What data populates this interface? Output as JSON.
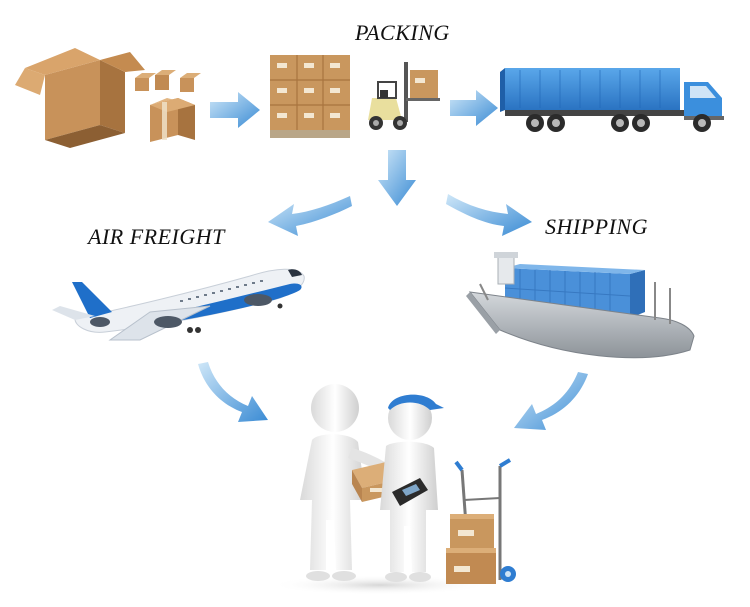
{
  "labels": {
    "packing": "PACKING",
    "air_freight": "AIR FREIGHT",
    "shipping": "SHIPPING"
  },
  "colors": {
    "arrow_blue": "#3f8fd6",
    "arrow_light": "#a9d3f2",
    "cardboard": "#c9935a",
    "cardboard_dark": "#a8743f",
    "truck_blue": "#2f86d6",
    "container_blue": "#4a90d9",
    "plane_white": "#eef1f5",
    "plane_blue": "#1f6fc9",
    "ship_hull": "#b9bec4",
    "figure_white": "#f2f2f2",
    "cap_blue": "#2f7dd1"
  },
  "icons": [
    "open-cardboard-box-icon",
    "pallet-of-boxes-icon",
    "forklift-icon",
    "container-truck-icon",
    "airplane-icon",
    "cargo-ship-icon",
    "delivery-people-icon",
    "hand-truck-icon"
  ]
}
